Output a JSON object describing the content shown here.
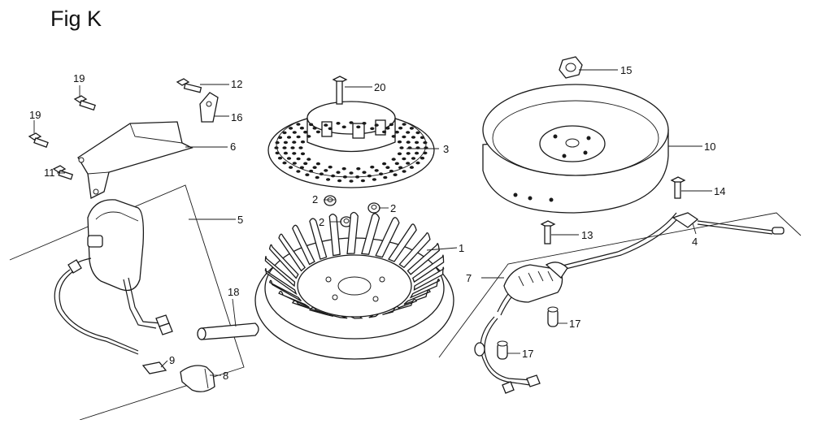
{
  "figure": {
    "title": "Fig K"
  },
  "callouts": [
    {
      "id": "c1",
      "label": "1"
    },
    {
      "id": "c2a",
      "label": "2"
    },
    {
      "id": "c2b",
      "label": "2"
    },
    {
      "id": "c2c",
      "label": "2"
    },
    {
      "id": "c3",
      "label": "3"
    },
    {
      "id": "c4",
      "label": "4"
    },
    {
      "id": "c5",
      "label": "5"
    },
    {
      "id": "c6",
      "label": "6"
    },
    {
      "id": "c7",
      "label": "7"
    },
    {
      "id": "c8",
      "label": "8"
    },
    {
      "id": "c9",
      "label": "9"
    },
    {
      "id": "c10",
      "label": "10"
    },
    {
      "id": "c11",
      "label": "11"
    },
    {
      "id": "c12",
      "label": "12"
    },
    {
      "id": "c13",
      "label": "13"
    },
    {
      "id": "c14",
      "label": "14"
    },
    {
      "id": "c15",
      "label": "15"
    },
    {
      "id": "c16",
      "label": "16"
    },
    {
      "id": "c17a",
      "label": "17"
    },
    {
      "id": "c17b",
      "label": "17"
    },
    {
      "id": "c18",
      "label": "18"
    },
    {
      "id": "c19a",
      "label": "19"
    },
    {
      "id": "c19b",
      "label": "19"
    },
    {
      "id": "c20",
      "label": "20"
    }
  ]
}
